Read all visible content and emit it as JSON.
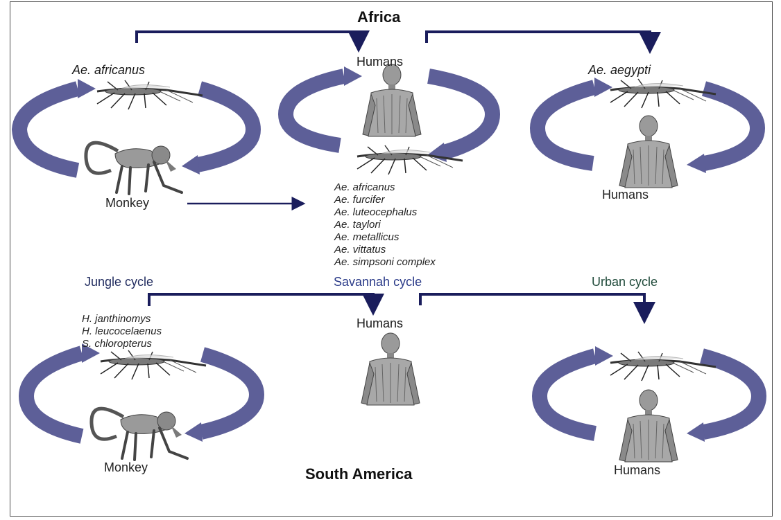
{
  "regions": {
    "top": "Africa",
    "bottom": "South America"
  },
  "africa": {
    "jungle": {
      "mosquito": "Ae. africanus",
      "host": "Monkey"
    },
    "savannah": {
      "host": "Humans",
      "species": [
        "Ae. africanus",
        "Ae. furcifer",
        "Ae. luteocephalus",
        "Ae. taylori",
        "Ae. metallicus",
        "Ae. vittatus",
        "Ae. simpsoni complex"
      ]
    },
    "urban": {
      "mosquito": "Ae. aegypti",
      "host": "Humans"
    }
  },
  "cycles": {
    "jungle": "Jungle cycle",
    "savannah": "Savannah cycle",
    "urban": "Urban cycle",
    "colors": {
      "jungle": "#1f2a5e",
      "savannah": "#2a3a88",
      "urban": "#1f4a3a"
    }
  },
  "south_america": {
    "jungle": {
      "species": [
        "H. janthinomys",
        "H. leucocelaenus",
        "S. chloropterus"
      ],
      "host": "Monkey"
    },
    "center": {
      "host": "Humans"
    },
    "urban": {
      "host": "Humans"
    }
  },
  "colors": {
    "cycle_arrow": "#5d5f98",
    "connector": "#1a1d5c",
    "figure": "#8a8a8a"
  },
  "icons": [
    "mosquito-icon",
    "monkey-icon",
    "human-icon"
  ]
}
